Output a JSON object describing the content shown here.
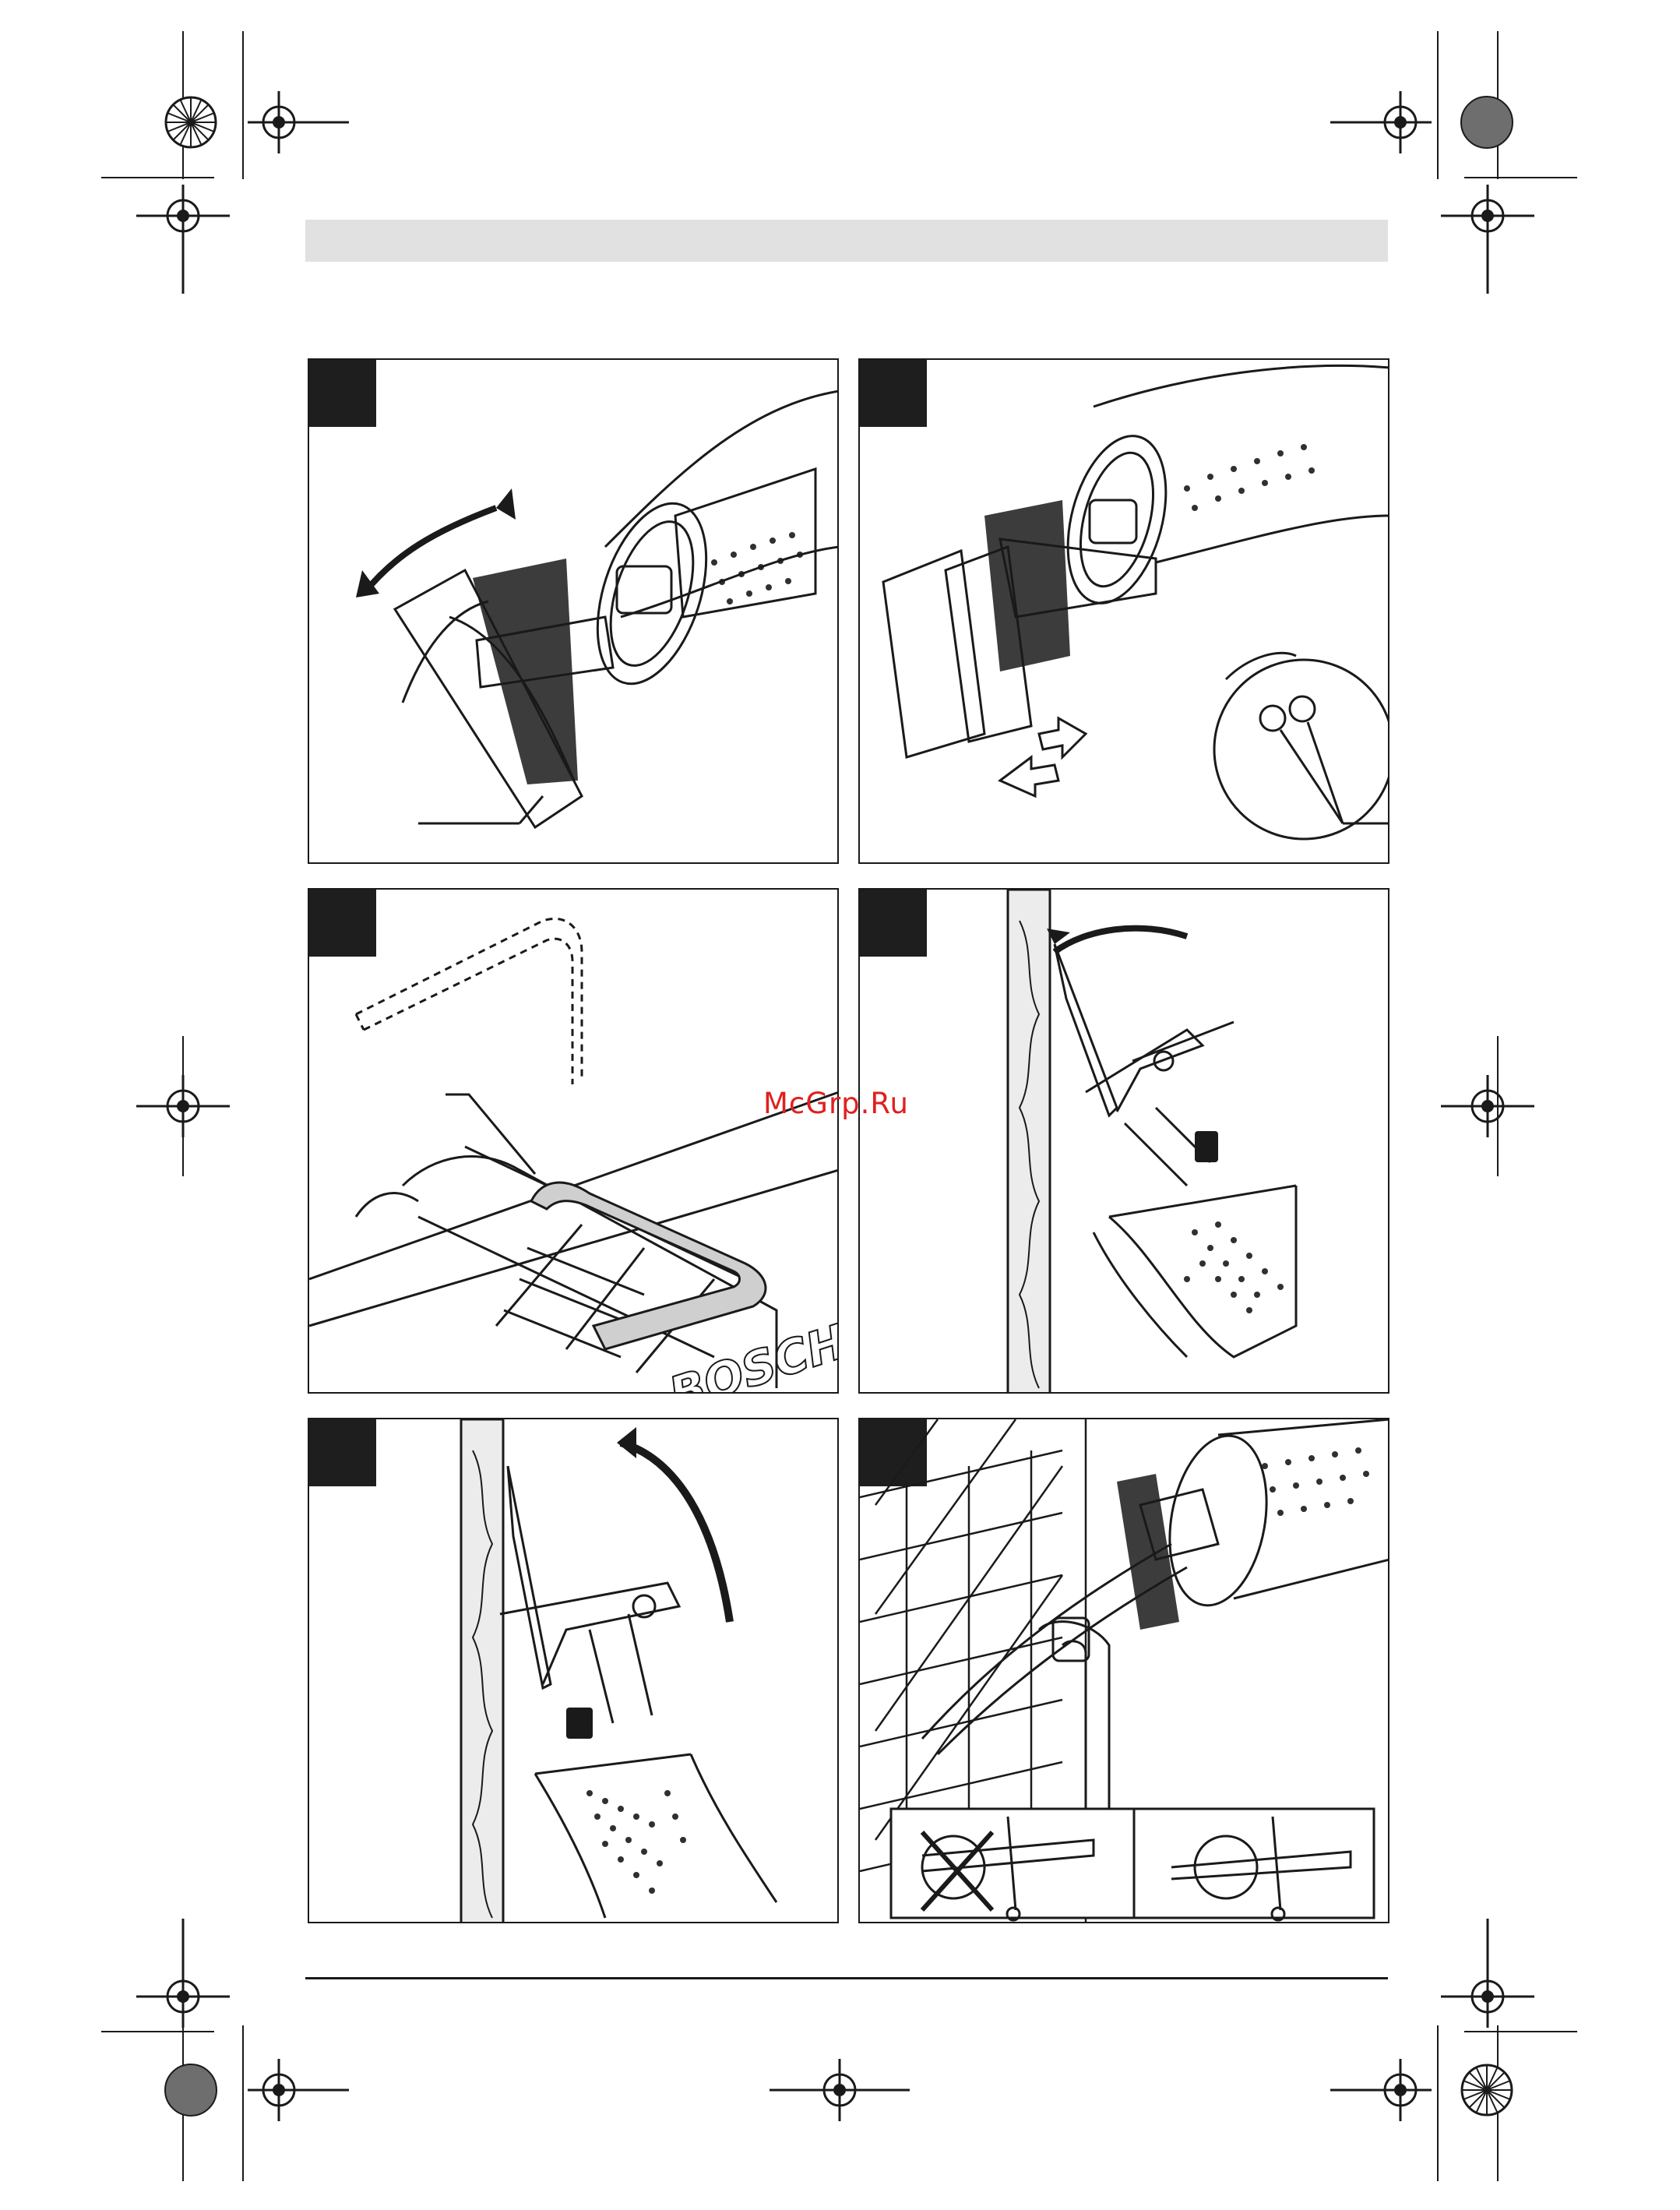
{
  "watermark": {
    "text": "McGrp.Ru",
    "color": "#e0201e"
  },
  "brand_text": "BOSCH",
  "colors": {
    "header_bar": "#e1e1e1",
    "panel_tab": "#1e1e1e",
    "line": "#1a1a1a"
  },
  "panels": [
    {
      "id": "figure-1",
      "icon": "blade-clamp-rotate-illustration"
    },
    {
      "id": "figure-2",
      "icon": "footplate-adjust-illustration"
    },
    {
      "id": "figure-3",
      "icon": "hex-key-illustration"
    },
    {
      "id": "figure-4",
      "icon": "plunge-cut-tilt-illustration"
    },
    {
      "id": "figure-5",
      "icon": "plunge-cut-upright-illustration"
    },
    {
      "id": "figure-6",
      "icon": "flush-cut-pipe-illustration"
    }
  ]
}
